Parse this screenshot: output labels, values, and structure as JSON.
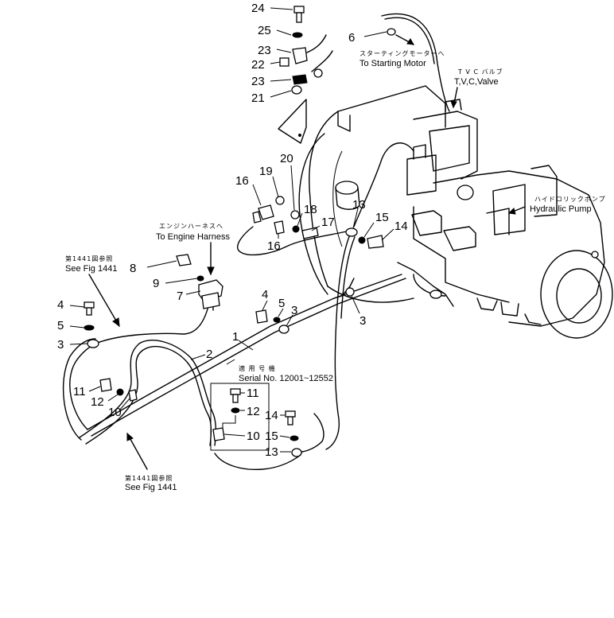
{
  "callouts": {
    "c24": "24",
    "c25": "25",
    "c23a": "23",
    "c22": "22",
    "c23b": "23",
    "c21": "21",
    "c6": "6",
    "c20": "20",
    "c19": "19",
    "c16a": "16",
    "c16b": "16",
    "c18": "18",
    "c17": "17",
    "c13a": "13",
    "c15a": "15",
    "c14a": "14",
    "c8": "8",
    "c9": "9",
    "c7": "7",
    "c4a": "4",
    "c5a": "5",
    "c3a": "3",
    "c4b": "4",
    "c5b": "5",
    "c3b": "3",
    "c3c": "3",
    "c1": "1",
    "c2": "2",
    "c11a": "11",
    "c12a": "12",
    "c10a": "10",
    "c11b": "11",
    "c12b": "12",
    "c10b": "10",
    "c14b": "14",
    "c15b": "15",
    "c13b": "13"
  },
  "labels": {
    "starting_motor_jp": "スターティングモーターへ",
    "starting_motor_en": "To Starting Motor",
    "tvc_jp": "T V C バルブ",
    "tvc_en": "T,V,C,Valve",
    "hyd_jp": "ハイドロリックポンプ",
    "hyd_en": "Hydraulic Pump",
    "engine_harness_jp": "エンジンハーネスへ",
    "engine_harness_en": "To Engine Harness",
    "fig_jp_top": "第1441図参照",
    "fig_en_top": "See Fig 1441",
    "serial_jp": "適 用 号 機",
    "serial_en": "Serial No. 12001~12552",
    "fig_jp_bottom": "第1441図参照",
    "fig_en_bottom": "See Fig 1441"
  }
}
